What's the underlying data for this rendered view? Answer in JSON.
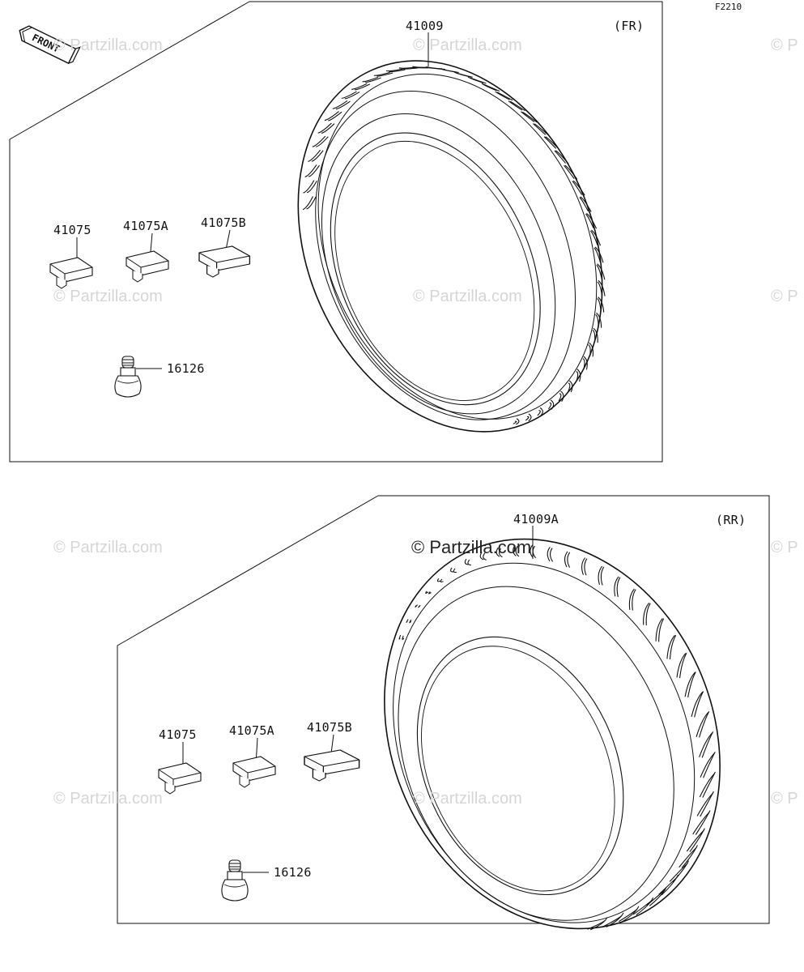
{
  "diagram": {
    "code": "F2210",
    "front_label": "FRONT",
    "front_panel": {
      "position_tag": "(FR)",
      "tire_part": "41009",
      "weights": [
        "41075",
        "41075A",
        "41075B"
      ],
      "valve_part": "16126"
    },
    "rear_panel": {
      "position_tag": "(RR)",
      "tire_part": "41009A",
      "weights": [
        "41075",
        "41075A",
        "41075B"
      ],
      "valve_part": "16126"
    },
    "watermark": {
      "faint": "© Partzilla.com",
      "edge": "© P",
      "strong": "© Partzilla.com"
    }
  }
}
